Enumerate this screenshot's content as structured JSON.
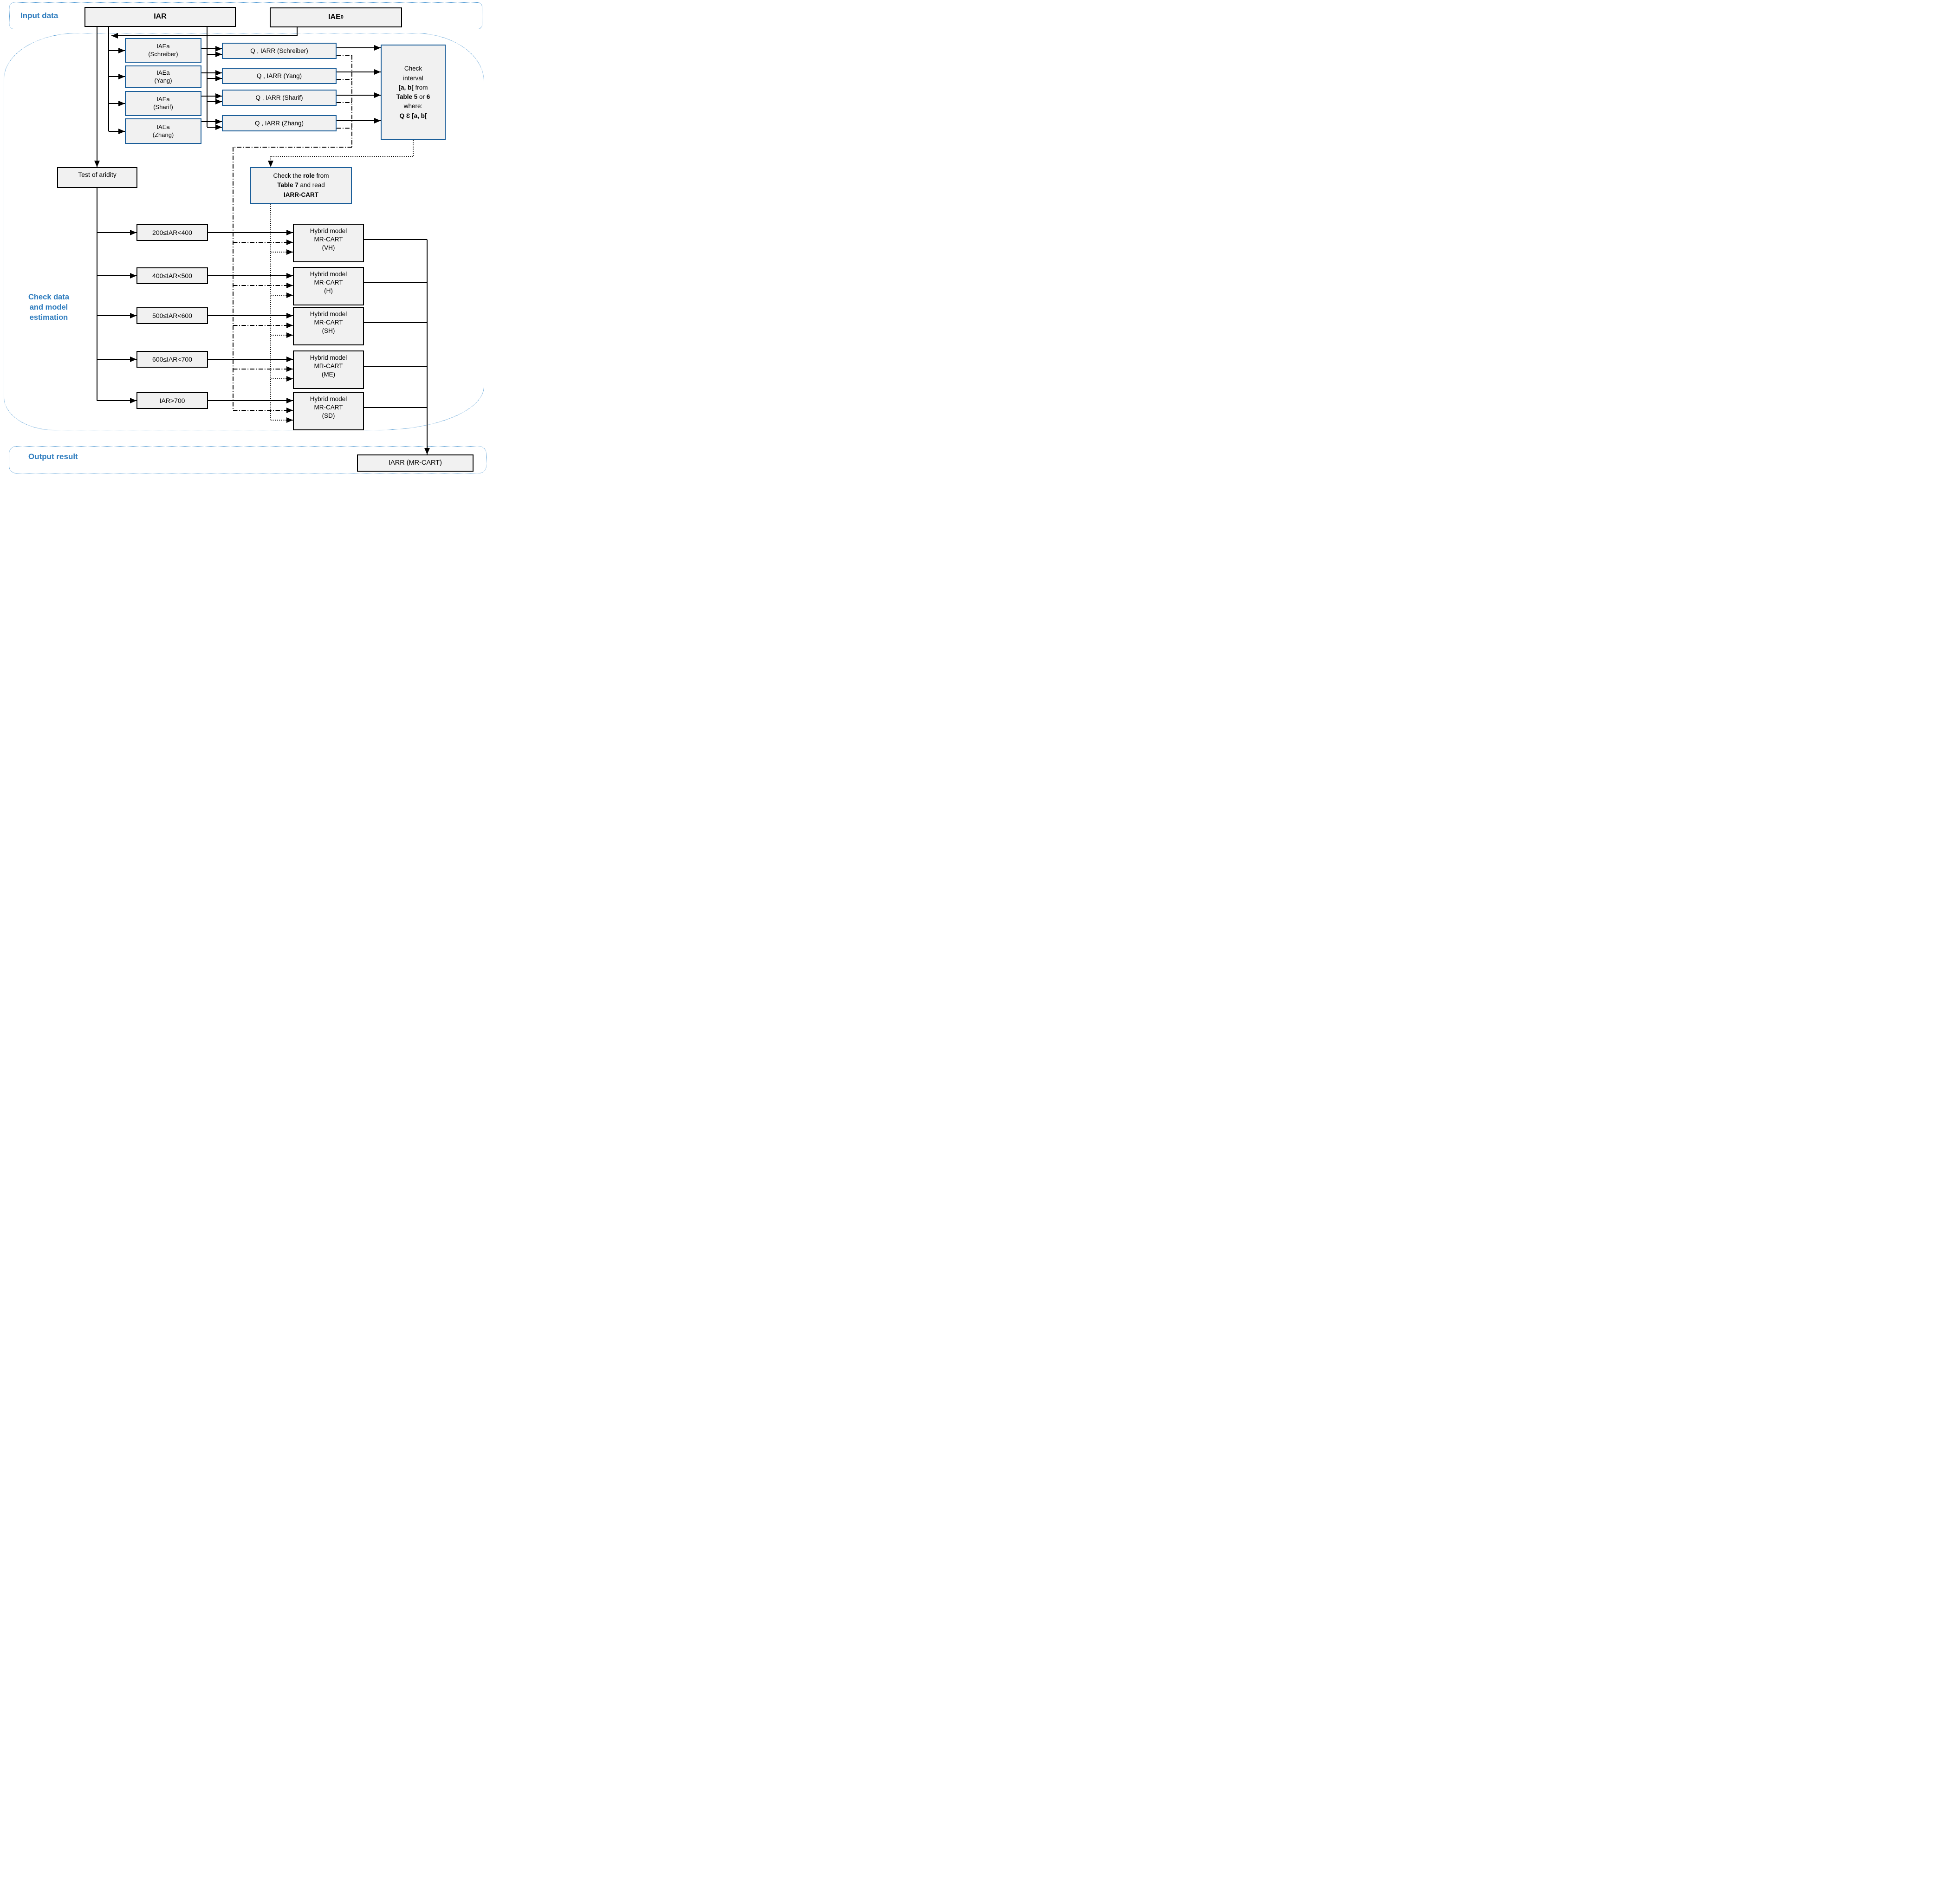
{
  "colors": {
    "accent_blue": "#2E7CBE",
    "box_border_blue": "#1B5E99",
    "section_border_blue": "#4391CE",
    "box_fill": "#F1F1F1",
    "line_color": "#000000"
  },
  "sections": {
    "input": {
      "label": "Input data"
    },
    "check": {
      "label": "Check data\nand model\nestimation"
    },
    "output": {
      "label": "Output result"
    }
  },
  "input_boxes": {
    "iar": "IAR",
    "iae_base": "IAE",
    "iae_sub": "0"
  },
  "iaea_boxes": [
    "IAEa\n(Schreiber)",
    "IAEa\n(Yang)",
    "IAEa\n(Sharif)",
    "IAEa\n(Zhang)"
  ],
  "q_boxes": [
    "Q , IARR (Schreiber)",
    "Q , IARR (Yang)",
    "Q , IARR (Sharif)",
    "Q , IARR (Zhang)"
  ],
  "check_interval": {
    "line1": "Check",
    "line2": "interval",
    "line3_bold": "[a, b[",
    "line3_rest": " from",
    "line4_bold1": "Table 5",
    "line4_mid": " or ",
    "line4_bold2": "6",
    "line5": "where:",
    "line6_bold": "Q Ɛ [a, b["
  },
  "check_role": {
    "line1_a": "Check the ",
    "line1_bold": "role",
    "line1_c": " from",
    "line2_bold": "Table 7",
    "line2_rest": " and read",
    "line3_bold": "IARR-CART"
  },
  "test_box": {
    "label": "Test of aridity"
  },
  "condition_boxes": [
    "200≤IAR<400",
    "400≤IAR<500",
    "500≤IAR<600",
    "600≤IAR<700",
    "IAR>700"
  ],
  "hybrid_boxes": [
    "Hybrid model\nMR-CART\n(VH)",
    "Hybrid model\nMR-CART\n(H)",
    "Hybrid model\nMR-CART\n(SH)",
    "Hybrid model\nMR-CART\n(ME)",
    "Hybrid model\nMR-CART\n(SD)"
  ],
  "output_box": {
    "label": "IARR (MR-CART)"
  }
}
